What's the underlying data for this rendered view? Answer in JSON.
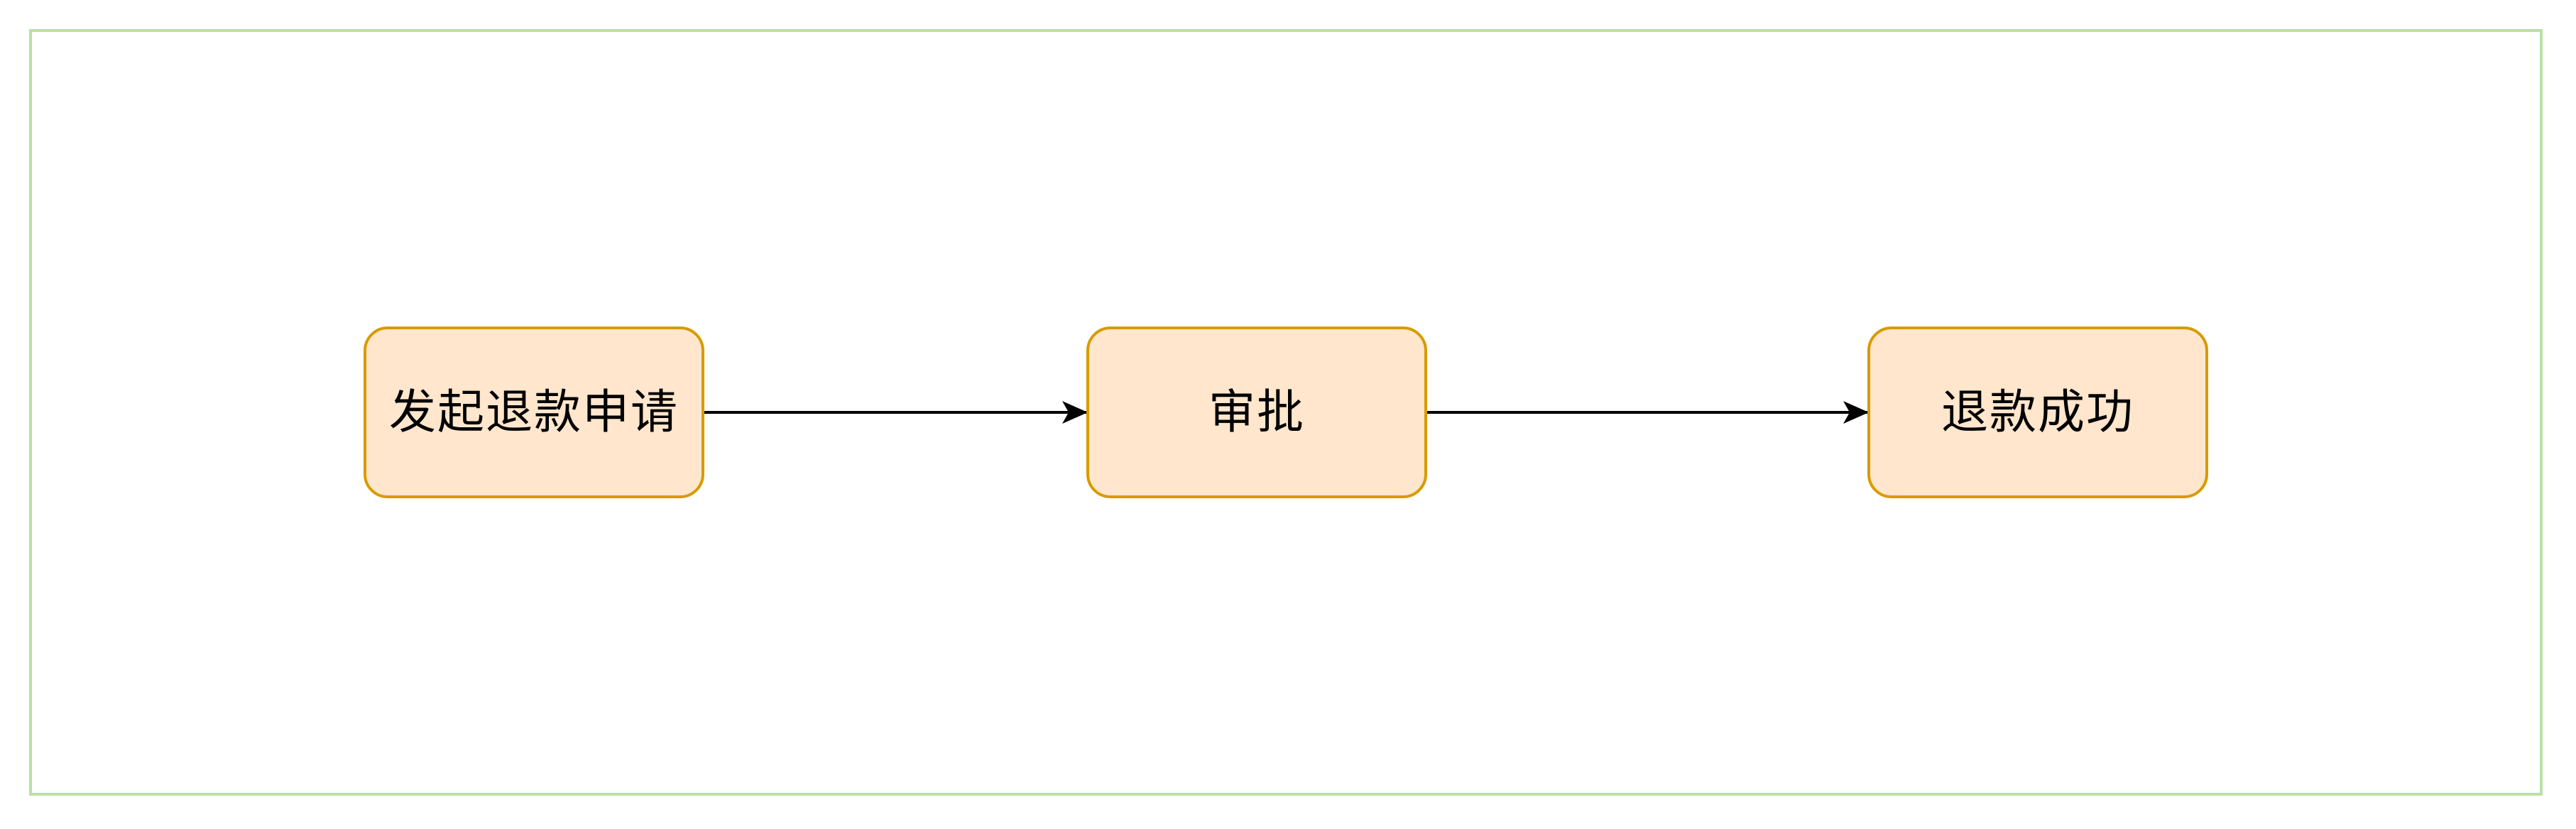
{
  "diagram": {
    "type": "flowchart",
    "direction": "left-to-right",
    "colors": {
      "frame_border": "#b9e0a5",
      "node_fill": "#ffe6cc",
      "node_border": "#d79b00",
      "edge": "#000000",
      "text": "#000000"
    },
    "nodes": [
      {
        "id": "n1",
        "label": "发起退款申请"
      },
      {
        "id": "n2",
        "label": "审批"
      },
      {
        "id": "n3",
        "label": "退款成功"
      }
    ],
    "edges": [
      {
        "from": "n1",
        "to": "n2"
      },
      {
        "from": "n2",
        "to": "n3"
      }
    ]
  }
}
